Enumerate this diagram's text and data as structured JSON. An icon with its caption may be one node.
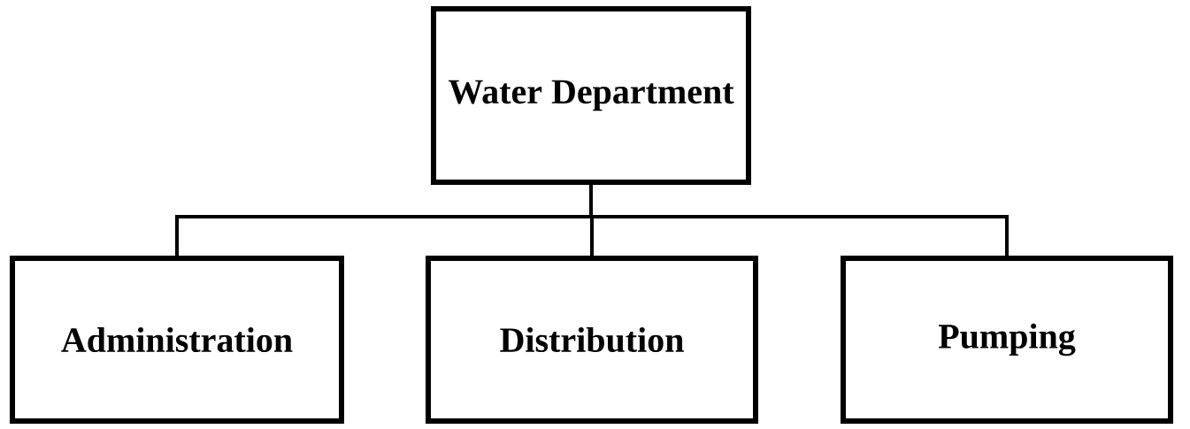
{
  "diagram": {
    "nodes": [
      {
        "text": [
          "Water Department"
        ]
      },
      {
        "text": [
          "Administration"
        ]
      },
      {
        "text": [
          "Distribution"
        ]
      },
      {
        "text": [
          "Pumping"
        ]
      }
    ],
    "edges": [
      {
        "from": 0,
        "to": 1,
        "arrow": "none"
      },
      {
        "from": 0,
        "to": 2,
        "arrow": "none"
      },
      {
        "from": 0,
        "to": 3,
        "arrow": "none"
      }
    ]
  }
}
